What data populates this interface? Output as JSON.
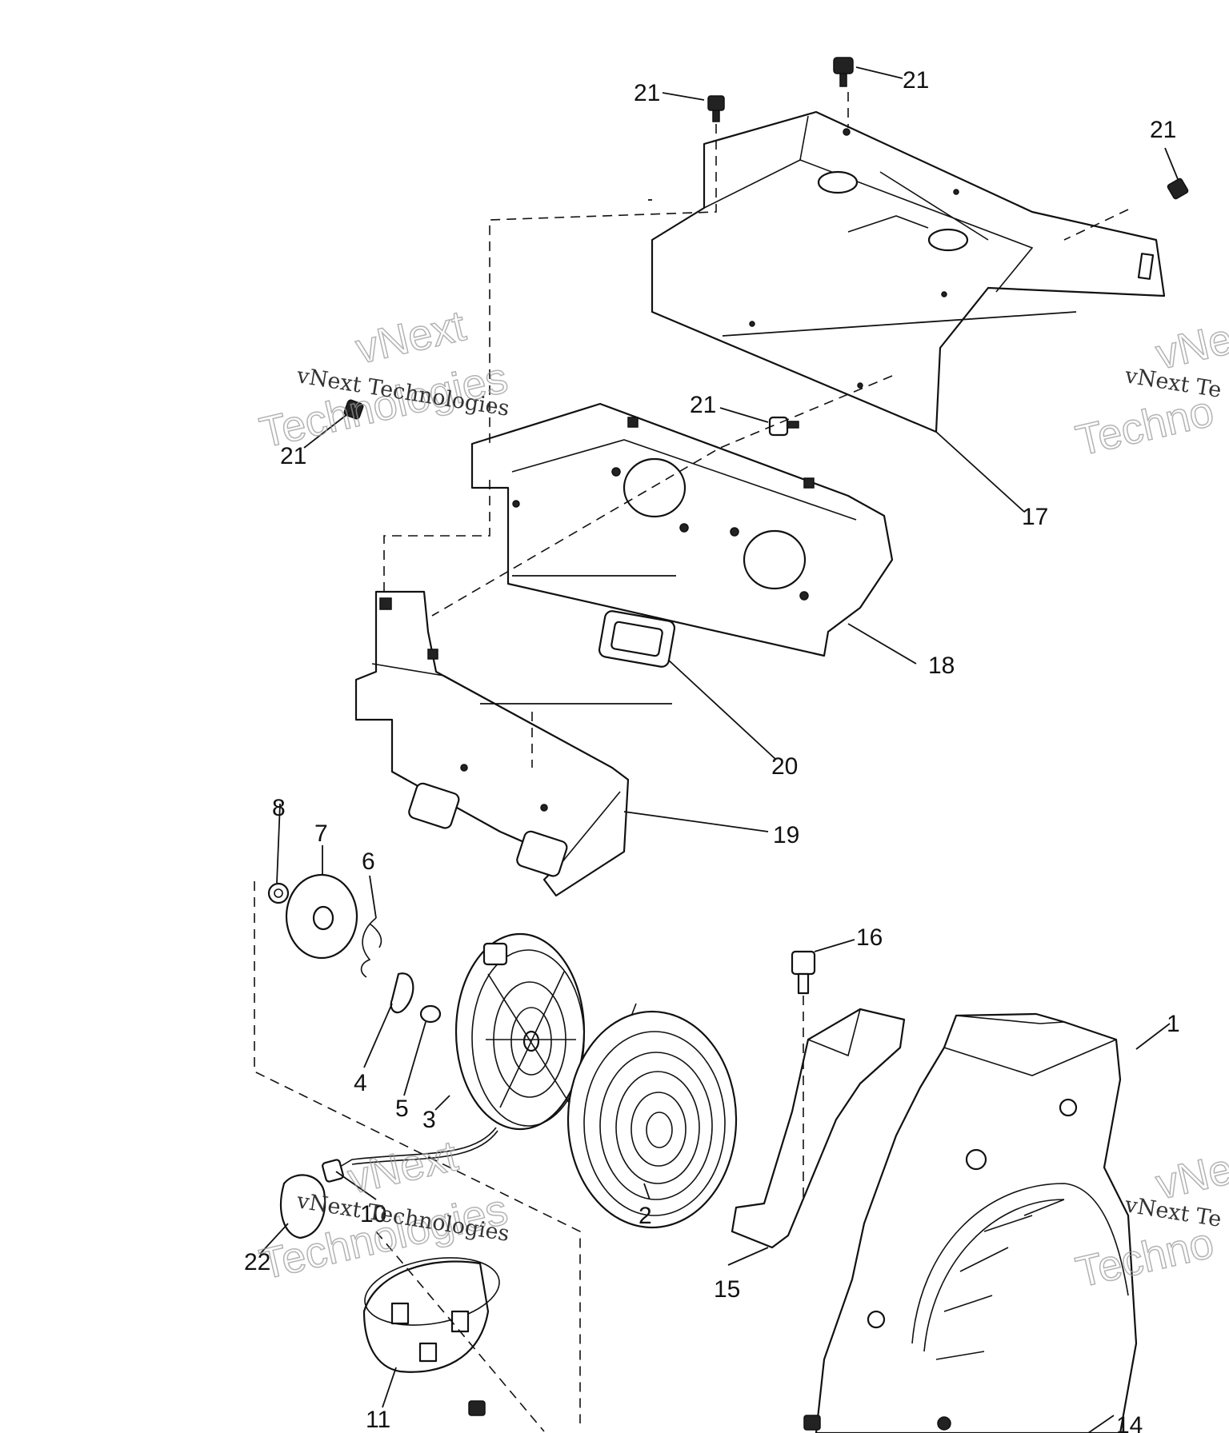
{
  "watermark": {
    "line_small": "vNext Technologies",
    "line_big_1": "vNext",
    "line_big_2": "Technologies",
    "line_small_right": "vNext Te",
    "line_big_right_1": "vNe",
    "line_big_right_2": "Techno"
  },
  "callouts": {
    "c1": "1",
    "c2": "2",
    "c3": "3",
    "c4": "4",
    "c5": "5",
    "c6": "6",
    "c7": "7",
    "c8": "8",
    "c10": "10",
    "c11": "11",
    "c14": "14",
    "c15": "15",
    "c16": "16",
    "c17": "17",
    "c18": "18",
    "c19": "19",
    "c20": "20",
    "c21a": "21",
    "c21b": "21",
    "c21c": "21",
    "c21d": "21",
    "c21e": "21",
    "c22": "22"
  }
}
